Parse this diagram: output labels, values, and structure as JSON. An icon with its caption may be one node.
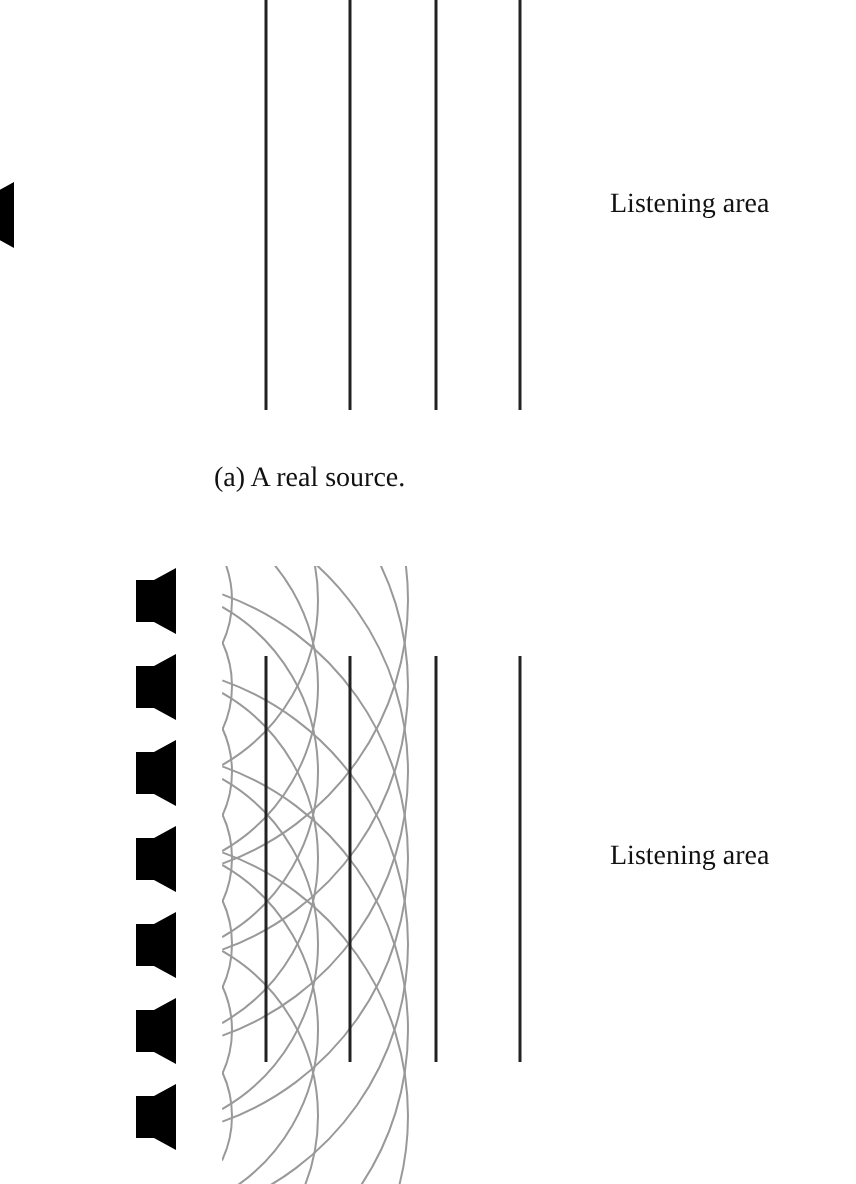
{
  "diagram": {
    "labels": [
      "Listening area",
      "(a) A real source.",
      "Listening area"
    ]
  }
}
